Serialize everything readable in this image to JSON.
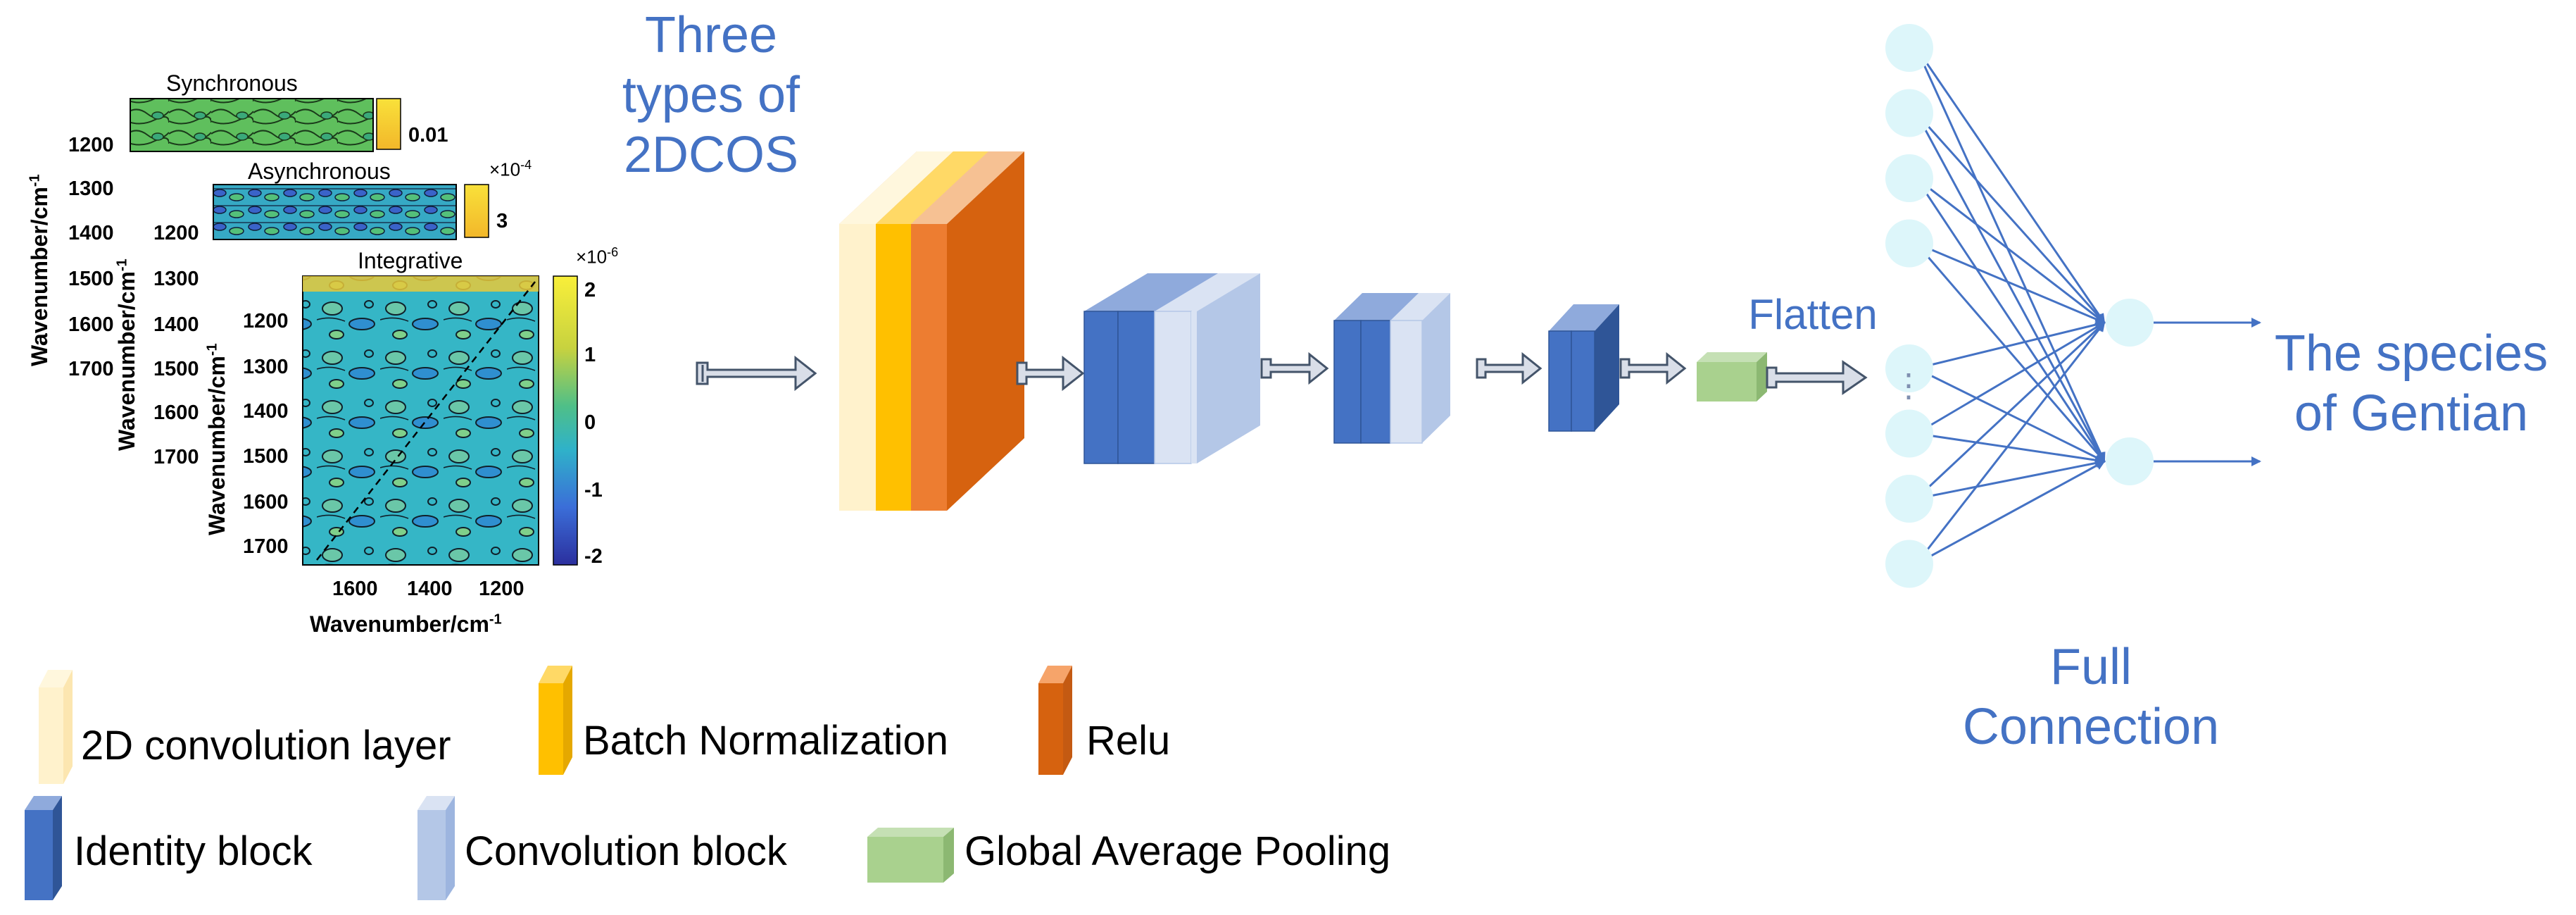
{
  "heading": {
    "line1": "Three",
    "line2": "types of",
    "line3": "2DCOS"
  },
  "maps": {
    "synchronous": {
      "title": "Synchronous",
      "colorbar_value": "0.01",
      "y_ticks": [
        "1200",
        "1300",
        "1400",
        "1500",
        "1600",
        "1700"
      ]
    },
    "asynchronous": {
      "title": "Asynchronous",
      "colorbar_value": "3",
      "multiplier_base": "×10",
      "multiplier_exp": "-4",
      "y_ticks": [
        "1200",
        "1300",
        "1400",
        "1500",
        "1600",
        "1700"
      ]
    },
    "integrative": {
      "title": "Integrative",
      "multiplier_base": "×10",
      "multiplier_exp": "-6",
      "colorbar_ticks": [
        "2",
        "1",
        "0",
        "-1",
        "-2"
      ],
      "y_ticks": [
        "1200",
        "1300",
        "1400",
        "1500",
        "1600",
        "1700"
      ],
      "x_ticks": [
        "1600",
        "1400",
        "1200"
      ]
    },
    "axis_label_base": "Wavenumber/cm",
    "axis_label_exp": "-1",
    "colors": {
      "low": "#2b2f9e",
      "mid": "#35b6c6",
      "green": "#6cc45a",
      "high": "#f6e13c"
    }
  },
  "labels": {
    "flatten": "Flatten",
    "ellipsis": "⋮",
    "full_connection_line1": "Full",
    "full_connection_line2": "Connection",
    "output_line1": "The species",
    "output_line2": "of Gentian"
  },
  "legend": {
    "conv2d": "2D convolution layer",
    "batchnorm": "Batch Normalization",
    "relu": "Relu",
    "identity": "Identity block",
    "convblock": "Convolution block",
    "gap": "Global Average Pooling"
  },
  "colors": {
    "conv2d": "#FFF2CC",
    "batchnorm": "#FFC000",
    "relu_light": "#ED7D31",
    "relu_dark": "#D6620F",
    "identity": "#4472C4",
    "convblock": "#B4C7E7",
    "convblock_light": "#DAE3F3",
    "gap": "#A9D18E",
    "arrow_fill": "#D9DEE8",
    "arrow_stroke": "#44546A",
    "neuron": "#DDF6FA",
    "line_blue": "#4472C4"
  },
  "network": {
    "input_neurons": 8,
    "output_neurons": 2
  }
}
